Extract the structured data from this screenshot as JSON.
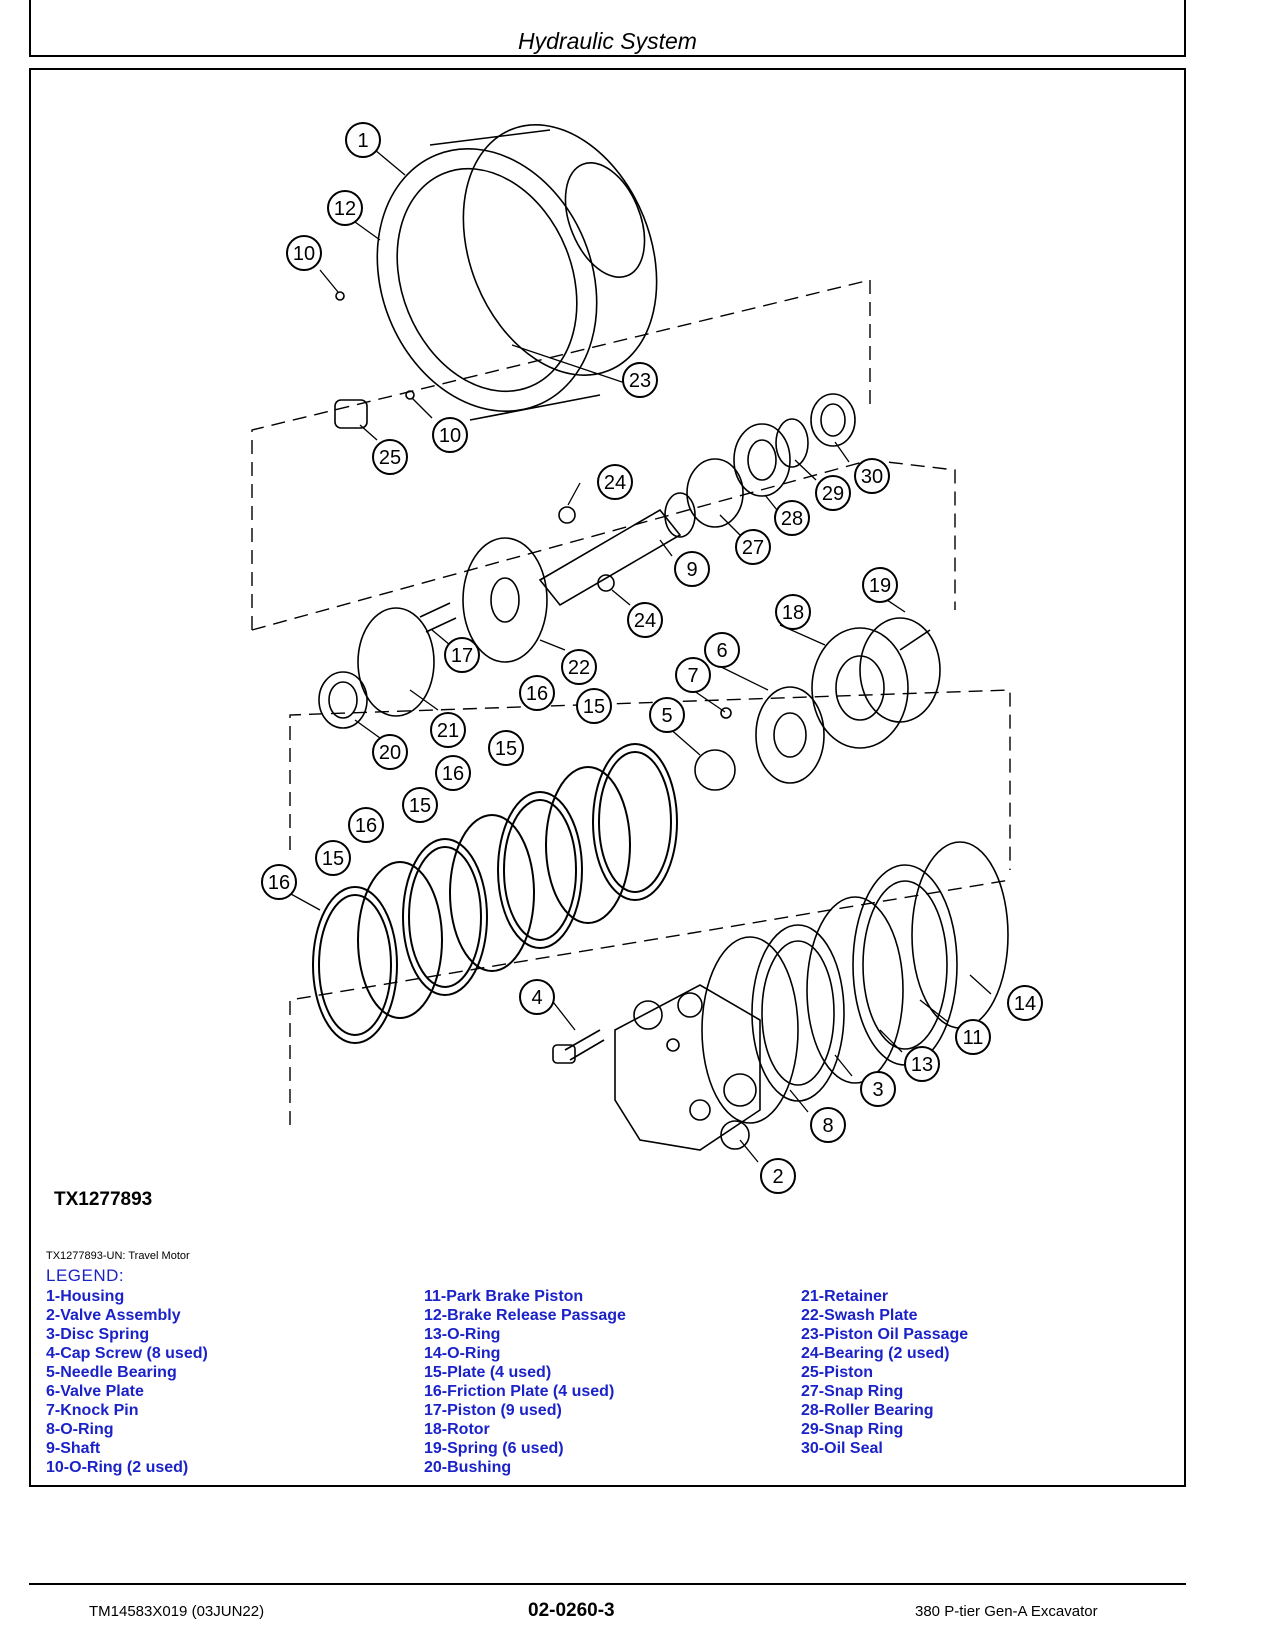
{
  "header": {
    "section_title": "Hydraulic System"
  },
  "figure": {
    "id": "TX1277893",
    "caption": "TX1277893-UN: Travel Motor",
    "callouts": [
      "1",
      "12",
      "10",
      "23",
      "10",
      "25",
      "30",
      "29",
      "28",
      "27",
      "24",
      "9",
      "24",
      "22",
      "17",
      "19",
      "18",
      "7",
      "6",
      "5",
      "20",
      "21",
      "15",
      "16",
      "15",
      "16",
      "15",
      "16",
      "15",
      "16",
      "4",
      "14",
      "11",
      "13",
      "3",
      "8",
      "2"
    ]
  },
  "legend": {
    "heading": "LEGEND:",
    "col1": [
      "1-Housing",
      "2-Valve Assembly",
      "3-Disc Spring",
      "4-Cap Screw (8 used)",
      "5-Needle Bearing",
      "6-Valve Plate",
      "7-Knock Pin",
      "8-O-Ring",
      "9-Shaft",
      "10-O-Ring (2 used)"
    ],
    "col2": [
      "11-Park Brake Piston",
      "12-Brake Release Passage",
      "13-O-Ring",
      "14-O-Ring",
      "15-Plate (4 used)",
      "16-Friction Plate (4 used)",
      "17-Piston (9 used)",
      "18-Rotor",
      "19-Spring (6 used)",
      "20-Bushing"
    ],
    "col3": [
      "21-Retainer",
      "22-Swash Plate",
      "23-Piston Oil Passage",
      "24-Bearing (2 used)",
      "25-Piston",
      "27-Snap Ring",
      "28-Roller Bearing",
      "29-Snap Ring",
      "30-Oil Seal"
    ]
  },
  "footer": {
    "doc_id": "TM14583X019 (03JUN22)",
    "page_number": "02-0260-3",
    "machine": "380 P-tier Gen-A Excavator"
  }
}
